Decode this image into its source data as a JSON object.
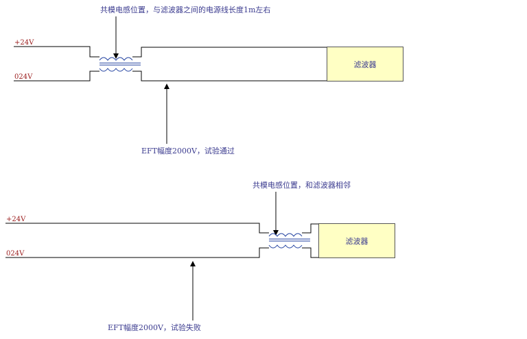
{
  "top": {
    "note_choke": "共模电感位置，与滤波器之间的电源线长度1m左右",
    "rail_pos": "+24V",
    "rail_neg": "024V",
    "filter_label": "滤波器",
    "note_eft": "EFT幅度2000V，试验通过"
  },
  "bottom": {
    "note_choke": "共模电感位置，和滤波器相邻",
    "rail_pos": "+24V",
    "rail_neg": "024V",
    "filter_label": "滤波器",
    "note_eft": "EFT幅度2000V，试验失败"
  },
  "colors": {
    "wire": "#000000",
    "coil": "#1f3f9f",
    "filter_fill": "#ffffc4",
    "note_text": "#3b3b8f",
    "rail_text": "#9a1c1c"
  }
}
